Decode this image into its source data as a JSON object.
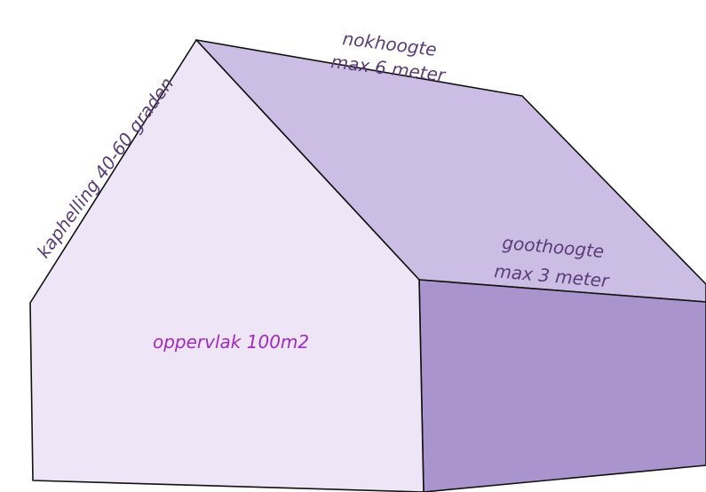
{
  "colors": {
    "gable_wall": "#EEE6F6",
    "roof": "#CBBDE3",
    "side_wall": "#AA94CE",
    "outline": "#111111",
    "label_text": "#5A3D78",
    "area_text": "#A12BC2"
  },
  "labels": {
    "ridge_line1": "nokhoogte",
    "ridge_line2": "max 6 meter",
    "eave_line1": "goothoogte",
    "eave_line2": "max 3 meter",
    "roof_pitch": "kaphelling 40-60 graden",
    "floor_area": "oppervlak 100m2"
  }
}
